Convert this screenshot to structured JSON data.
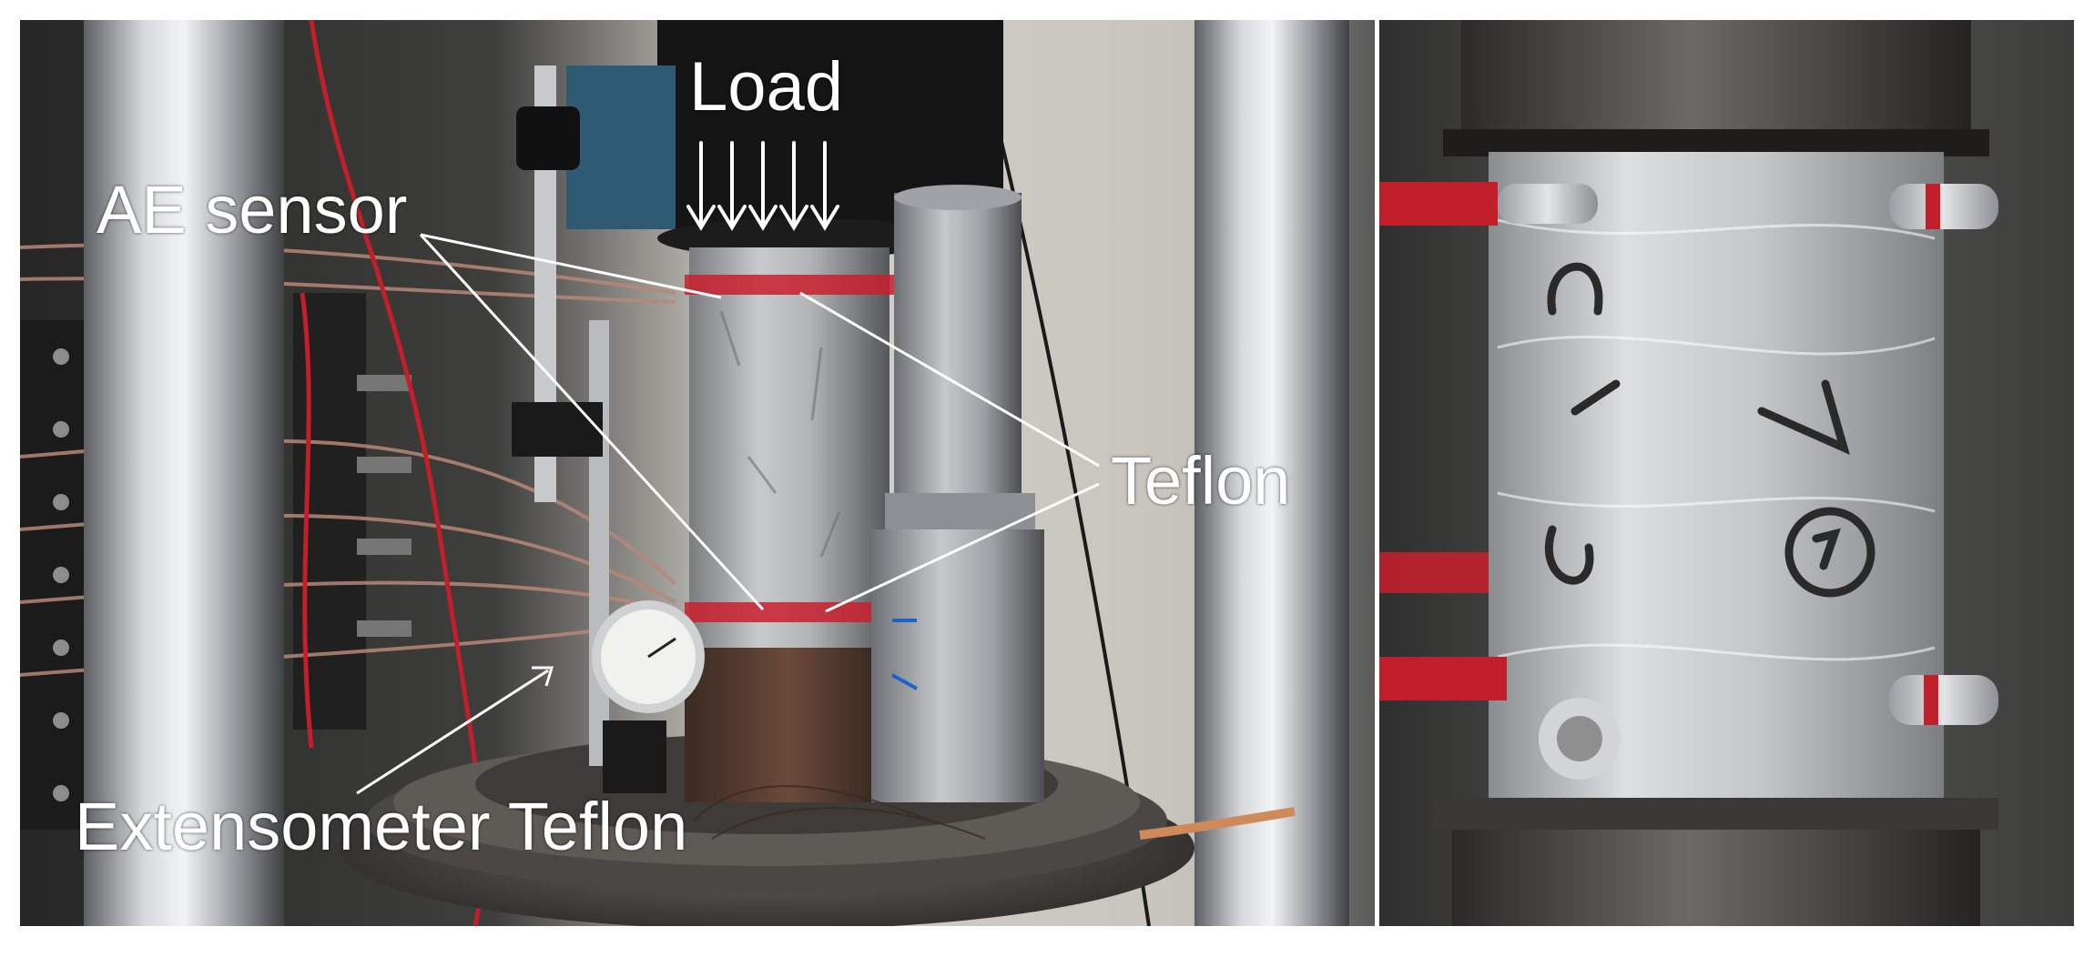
{
  "labels": {
    "load": "Load",
    "ae_sensor": "AE sensor",
    "teflon": "Teflon",
    "extensometer_teflon": "Extensometer Teflon"
  },
  "colors": {
    "annotation": "#ffffff",
    "background": "#ffffff"
  },
  "icons": {
    "load_arrows": "down-arrows",
    "pointer_arrow": "arrow-head"
  }
}
